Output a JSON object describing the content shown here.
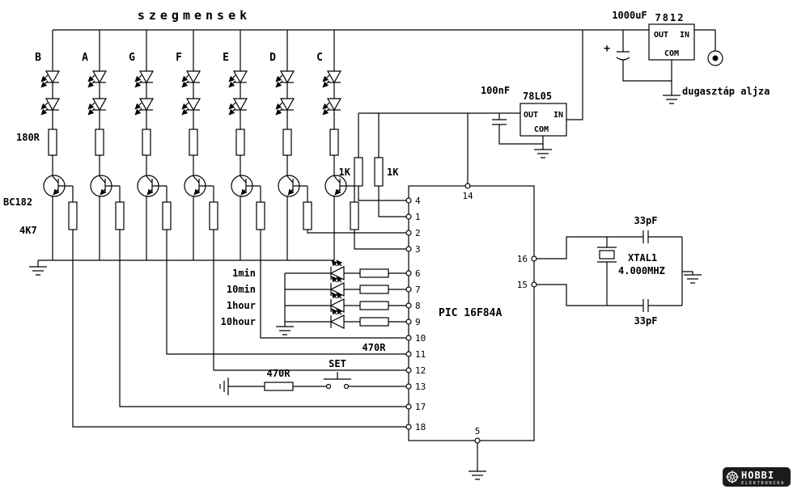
{
  "title": "szegmensek",
  "segment_labels": [
    "B",
    "A",
    "G",
    "F",
    "E",
    "D",
    "C"
  ],
  "labels": {
    "r_segment": "180R",
    "transistor": "BC182",
    "r_base": "4K7",
    "r_pullup1": "1K",
    "r_pullup2": "1K"
  },
  "mcu": {
    "name": "PIC 16F84A",
    "left_pins": [
      "4",
      "1",
      "2",
      "3",
      "6",
      "7",
      "8",
      "9",
      "10",
      "11",
      "12",
      "13",
      "17",
      "18"
    ],
    "top_pin": "14",
    "right_pins": [
      "16",
      "15"
    ],
    "bottom_pin": "5"
  },
  "time_leds": {
    "rows": [
      "1min",
      "10min",
      "1hour",
      "10hour"
    ],
    "resistor_label": "470R"
  },
  "set_button": {
    "label": "SET",
    "resistor_label": "470R"
  },
  "power_12v": {
    "capacitor": "1000uF",
    "plus": "+",
    "regulator": "7812",
    "pin_out": "OUT",
    "pin_in": "IN",
    "pin_com": "COM",
    "connector": "dugasztáp aljza"
  },
  "power_5v": {
    "capacitor": "100nF",
    "regulator": "78L05",
    "pin_out": "OUT",
    "pin_in": "IN",
    "pin_com": "COM"
  },
  "oscillator": {
    "c1": "33pF",
    "c2": "33pF",
    "name": "XTAL1",
    "frequency": "4.000MHZ"
  },
  "watermark": {
    "line1": "HOBBI",
    "line2": "ELEKTRONIKA"
  },
  "colors": {
    "ink": "#000000",
    "background": "#ffffff",
    "badge": "#1c1c1c"
  }
}
